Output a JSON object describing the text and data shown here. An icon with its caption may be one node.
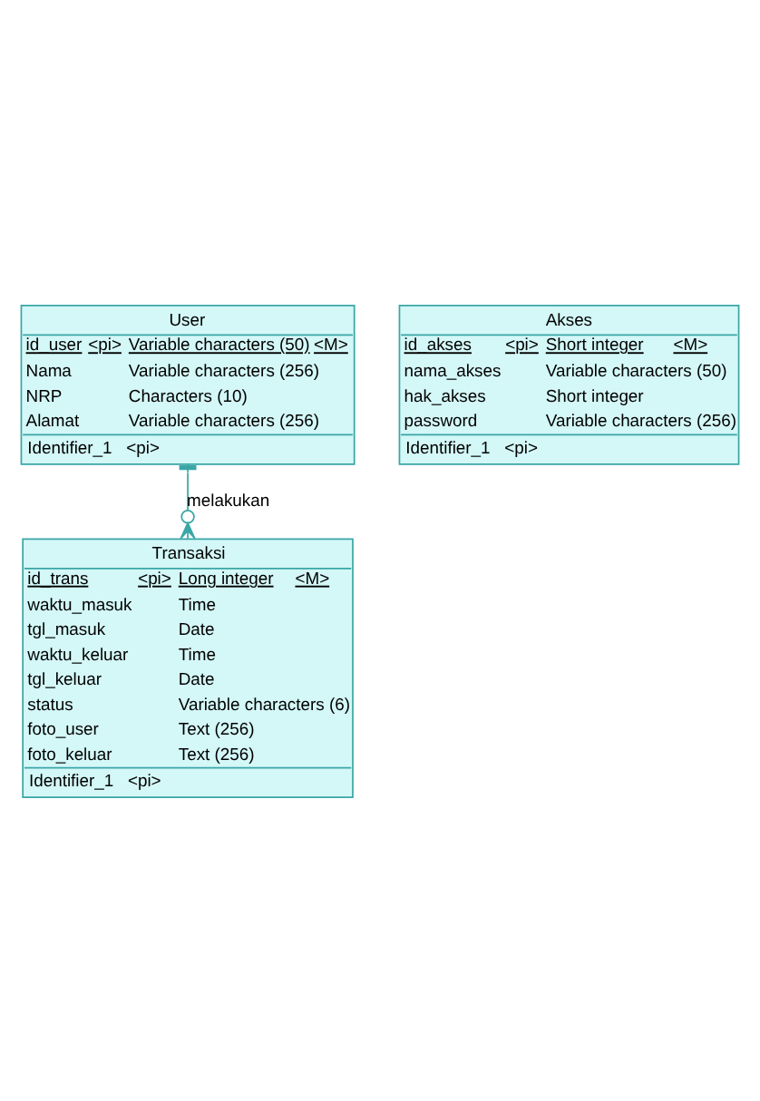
{
  "diagram": {
    "nodes": [
      {
        "text": [
          "User",
          "id_user",
          "<pi>",
          "Variable characters (50)",
          "<M>",
          "Nama",
          "Variable characters (256)",
          "NRP",
          "Characters (10)",
          "Alamat",
          "Variable characters (256)",
          "Identifier_1",
          "<pi>"
        ]
      },
      {
        "text": [
          "Transaksi",
          "id_trans",
          "<pi>",
          "Long integer",
          "<M>",
          "waktu_masuk",
          "Time",
          "tgl_masuk",
          "Date",
          "waktu_keluar",
          "Time",
          "tgl_keluar",
          "Date",
          "status",
          "Variable characters (6)",
          "foto_user",
          "Text (256)",
          "foto_keluar",
          "Text (256)",
          "Identifier_1",
          "<pi>"
        ]
      },
      {
        "text": [
          "Akses",
          "id_akses",
          "<pi>",
          "Short integer",
          "<M>",
          "nama_akses",
          "Variable characters (50)",
          "hak_akses",
          "Short integer",
          "password",
          "Variable characters (256)",
          "Identifier_1",
          "<pi>"
        ]
      }
    ],
    "edges": [
      {
        "from": 0,
        "to": 1,
        "arrow": "other",
        "label": "melakukan"
      }
    ]
  }
}
